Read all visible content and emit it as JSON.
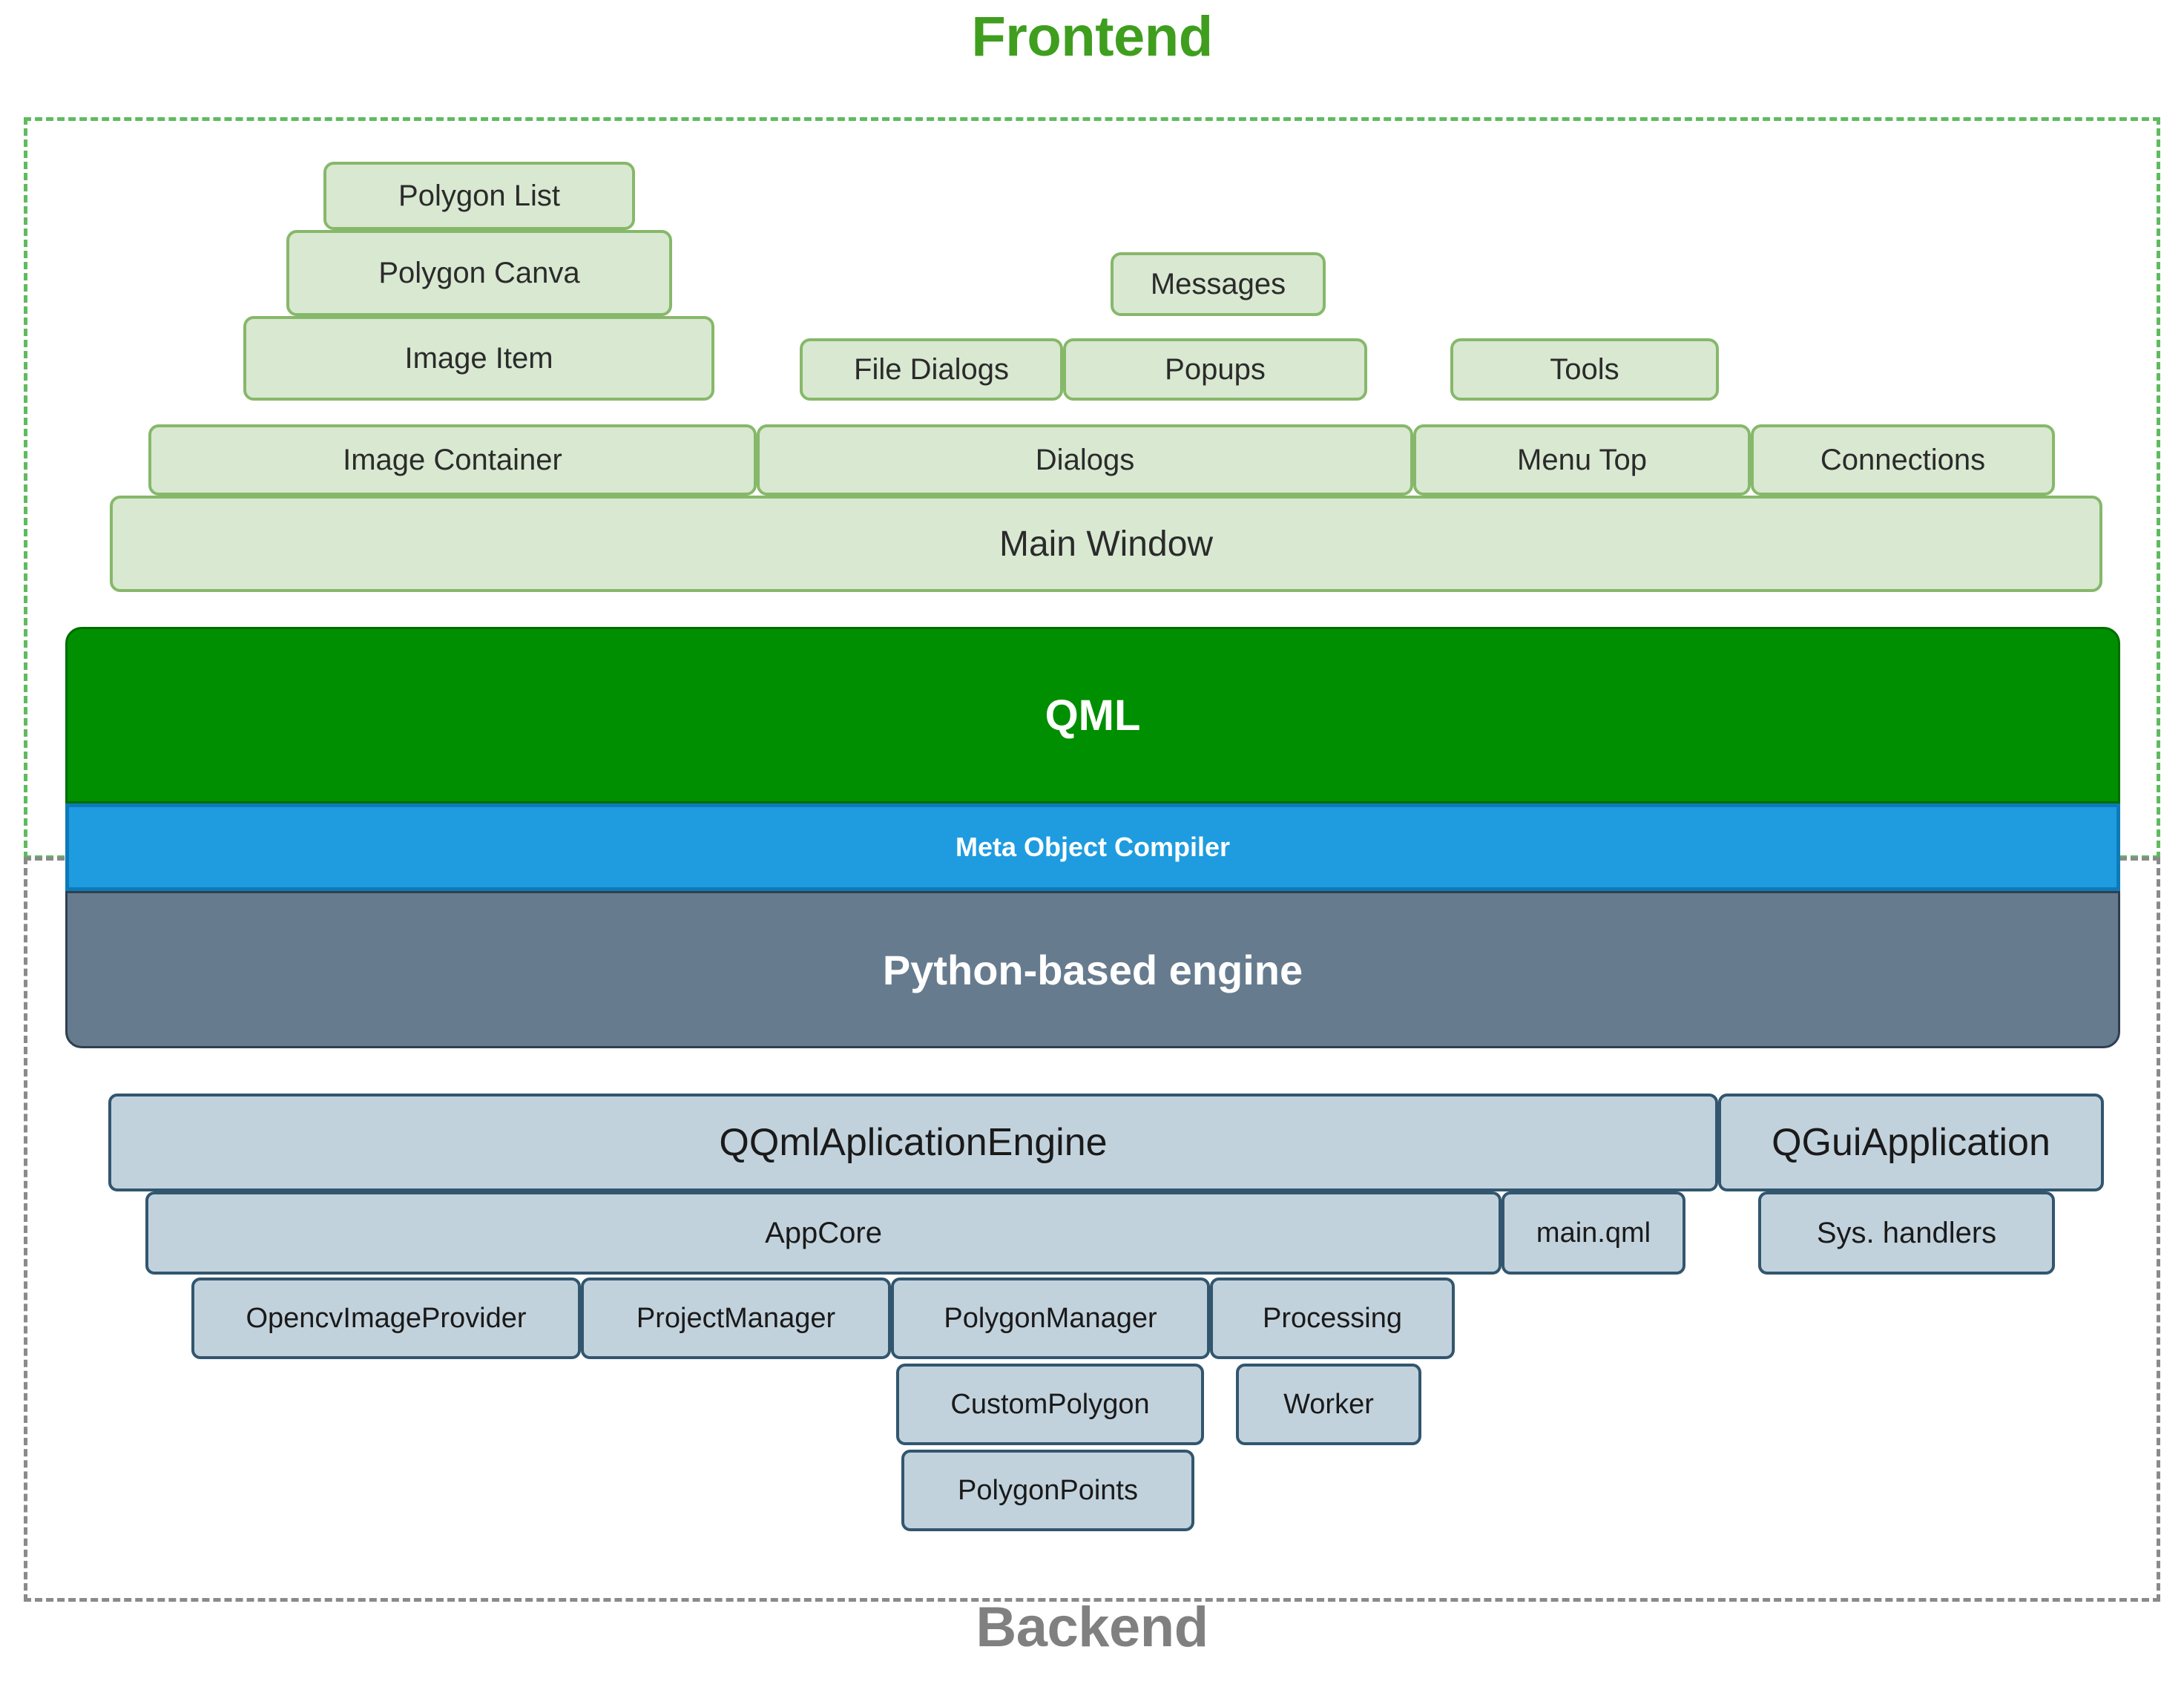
{
  "titles": {
    "frontend": "Frontend",
    "backend": "Backend"
  },
  "colors": {
    "frontend_title": "#3f9e1e",
    "backend_title": "#808080",
    "frontend_region_border": "#5fbb5f",
    "backend_region_border": "#8a8a8a",
    "green_box_fill": "#d9e8d1",
    "green_box_border": "#86b86a",
    "qml_band": "#008f00",
    "moc_band": "#1f9cdf",
    "python_band": "#667b8e",
    "backend_box_fill": "#c2d2dd",
    "backend_box_border": "#32566e"
  },
  "frontend": {
    "rows": [
      {
        "row": "row-1",
        "items": [
          {
            "label": "Polygon List"
          }
        ]
      },
      {
        "row": "row-2",
        "items": [
          {
            "label": "Polygon Canva"
          },
          {
            "label": "Messages"
          }
        ]
      },
      {
        "row": "row-3",
        "items": [
          {
            "label": "Image Item"
          },
          {
            "label": "File Dialogs"
          },
          {
            "label": "Popups"
          },
          {
            "label": "Tools"
          }
        ]
      },
      {
        "row": "row-4",
        "items": [
          {
            "label": "Image Container"
          },
          {
            "label": "Dialogs"
          },
          {
            "label": "Menu Top"
          },
          {
            "label": "Connections"
          }
        ]
      },
      {
        "row": "row-5",
        "items": [
          {
            "label": "Main Window"
          }
        ]
      }
    ]
  },
  "bands": [
    {
      "label": "QML"
    },
    {
      "label": "Meta Object Compiler"
    },
    {
      "label": "Python-based engine"
    }
  ],
  "backend": {
    "rows": [
      {
        "row": "row-1",
        "items": [
          {
            "label": "QQmlAplicationEngine"
          },
          {
            "label": "QGuiApplication"
          }
        ]
      },
      {
        "row": "row-2",
        "items": [
          {
            "label": "AppCore"
          },
          {
            "label": "main.qml"
          },
          {
            "label": "Sys. handlers"
          }
        ]
      },
      {
        "row": "row-3",
        "items": [
          {
            "label": "OpencvImageProvider"
          },
          {
            "label": "ProjectManager"
          },
          {
            "label": "PolygonManager"
          },
          {
            "label": "Processing"
          }
        ]
      },
      {
        "row": "row-4",
        "items": [
          {
            "label": "CustomPolygon"
          },
          {
            "label": "Worker"
          }
        ]
      },
      {
        "row": "row-5",
        "items": [
          {
            "label": "PolygonPoints"
          }
        ]
      }
    ]
  }
}
